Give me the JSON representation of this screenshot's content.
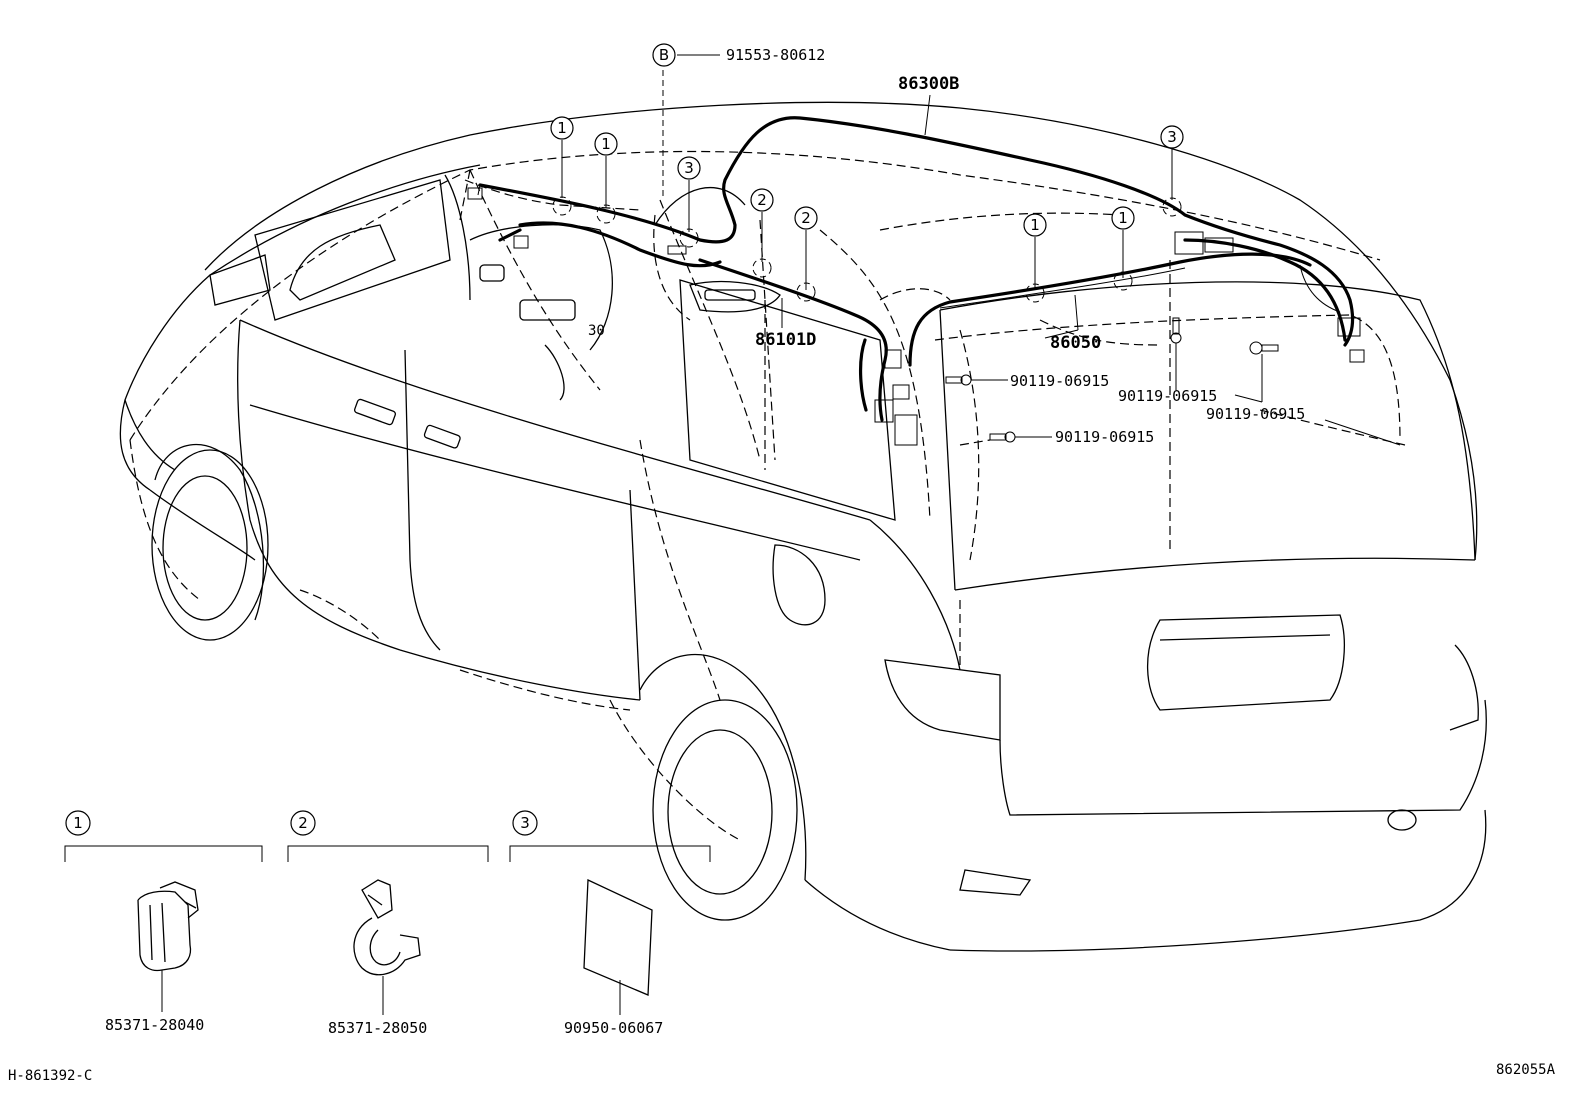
{
  "labels": {
    "bolt_b": "91553-80612",
    "harness_roof": "86300B",
    "antenna_front": "86101D",
    "antenna_rear": "86050",
    "screw_a": "90119-06915",
    "screw_b": "90119-06915",
    "screw_c": "90119-06915",
    "screw_d": "90119-06915",
    "clamp_1": "85371-28040",
    "clamp_2": "85371-28050",
    "cushion_3": "90950-06067",
    "footer_left": "H-861392-C",
    "footer_right": "862055A"
  },
  "markers": {
    "b": "B",
    "one": "1",
    "two": "2",
    "three": "3"
  }
}
